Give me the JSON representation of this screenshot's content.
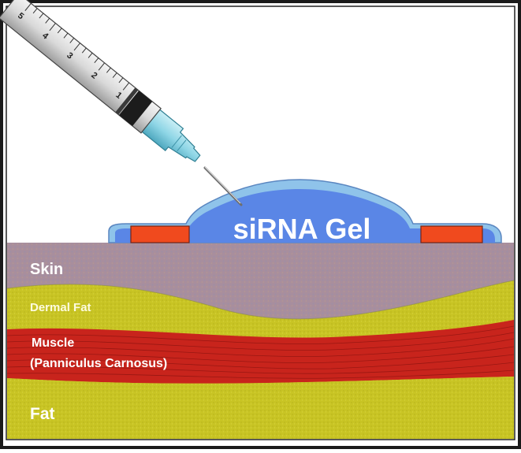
{
  "gel_label": "siRNA Gel",
  "layers": {
    "skin": "Skin",
    "dermal_fat": "Dermal Fat",
    "muscle_line1": "Muscle",
    "muscle_line2": "(Panniculus Carnosus)",
    "fat": "Fat"
  },
  "syringe": {
    "graduations": [
      "5",
      "4",
      "3",
      "2",
      "1"
    ]
  },
  "colors": {
    "skin": "#a88e9d",
    "dermal_fat": "#c8c623",
    "muscle": "#c8241c",
    "fat": "#c6c228",
    "gel": "#5a86e6",
    "gel_outline": "#8fc3ea",
    "pads": "#f04a1e",
    "needle_hub": "#8fd6e6"
  }
}
